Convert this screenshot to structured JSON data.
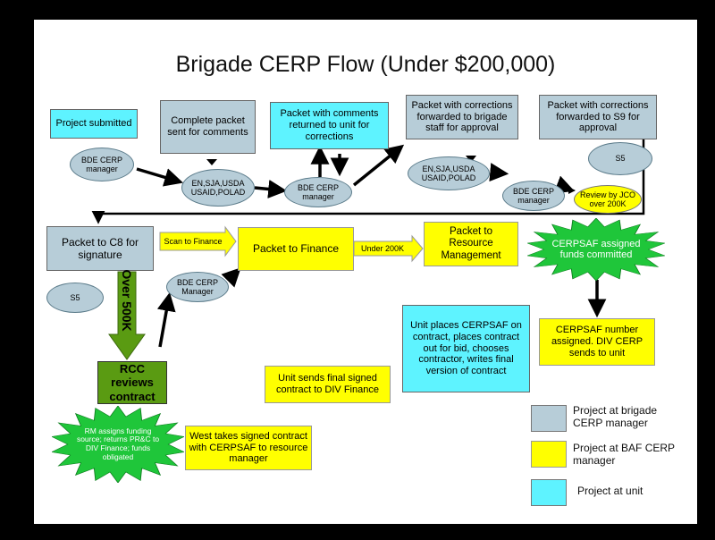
{
  "title": "Brigade CERP Flow (Under $200,000)",
  "boxes": {
    "project_submitted": "Project submitted",
    "complete_packet": "Complete packet sent for comments",
    "packet_comments": "Packet with comments returned to unit for corrections",
    "packet_corrections_brigade": "Packet with corrections forwarded to brigade staff for approval",
    "packet_corrections_s9": "Packet with corrections forwarded to S9 for approval",
    "packet_c8": "Packet to C8 for signature",
    "scan_finance": "Scan to Finance",
    "packet_finance": "Packet to Finance",
    "under_200k": "Under 200K",
    "packet_resource": "Packet to Resource Management",
    "unit_places": "Unit places CERPSAF on contract, places contract out for bid, chooses contractor, writes final version of contract",
    "cerpsaf_number": "CERPSAF number assigned. DIV CERP sends to unit",
    "unit_sends_final": "Unit sends final signed contract to DIV Finance",
    "rcc_reviews": "RCC reviews contract",
    "west_takes": "West takes signed contract with CERPSAF to resource manager"
  },
  "ellipses": {
    "bde_manager_1": "BDE CERP manager",
    "en_sja_1": "EN,SJA,USDA USAID,POLAD",
    "bde_manager_2": "BDE CERP manager",
    "en_sja_2": "EN,SJA,USDA USAID,POLAD",
    "bde_manager_3": "BDE CERP manager",
    "s5_top": "S5",
    "review_jco": "Review by JCO over 200K",
    "s5_left": "S5",
    "bde_manager_4": "BDE CERP Manager"
  },
  "stars": {
    "cerpsaf_assigned": "CERPSAF assigned funds committed",
    "rm_assigns": "RM assigns funding source; returns PR&C to DIV Finance; funds obligated"
  },
  "arrow_label": "Over 500K",
  "legend": [
    {
      "label": "Project at brigade CERP manager",
      "color": "#b7cdd8"
    },
    {
      "label": "Project at BAF CERP manager",
      "color": "#ffff00"
    },
    {
      "label": "Project at unit",
      "color": "#5ef3ff"
    }
  ],
  "colors": {
    "gray": "#b7cdd8",
    "cyan": "#5ef3ff",
    "yellow": "#ffff00",
    "green_star": "#1fc63a",
    "olive": "#5a9b12",
    "frame": "#000000"
  }
}
